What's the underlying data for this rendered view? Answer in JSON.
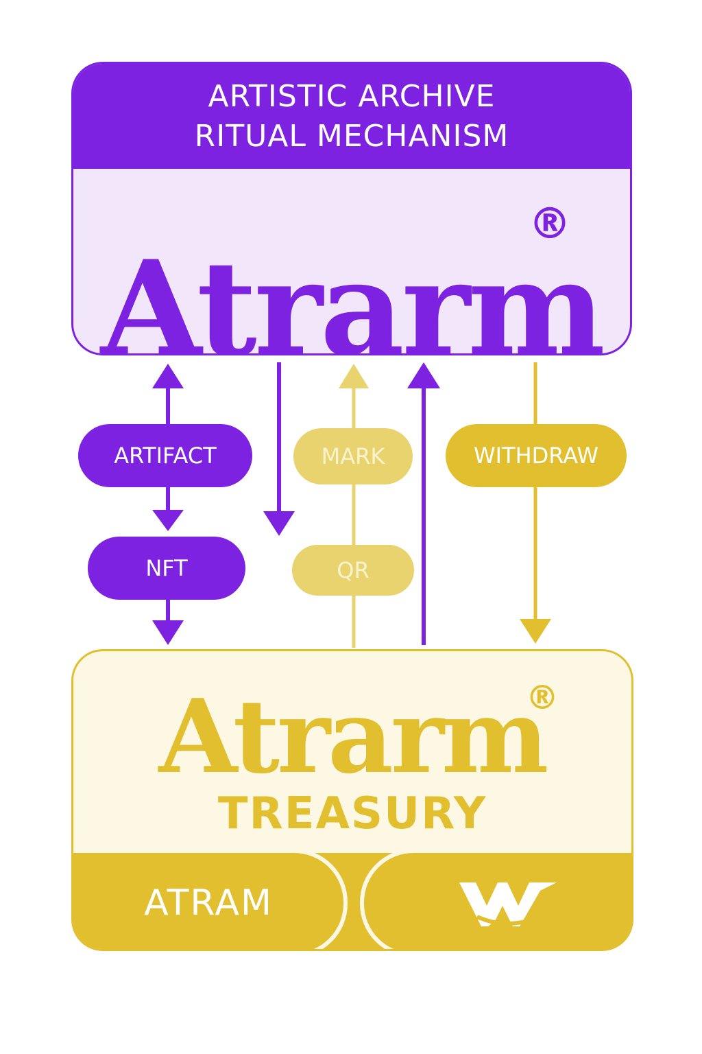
{
  "header": {
    "line1": "ARTISTIC ARCHIVE",
    "line2": "RITUAL MECHANISM"
  },
  "brand": {
    "name": "Atrarm",
    "registered": "®"
  },
  "nodes": {
    "artifact": "ARTIFACT",
    "mark": "MARK",
    "withdraw": "WITHDRAW",
    "nft": "NFT",
    "qr": "QR"
  },
  "treasury": {
    "brand": "Atrarm",
    "registered": "®",
    "label": "TREASURY",
    "token_left": "ATRAM",
    "token_right_icon": "wv-logo-icon"
  },
  "colors": {
    "purple": "#7c22e0",
    "gold": "#e2bf2f",
    "pale_gold": "#e8d36e",
    "lavender": "#f2e6fb",
    "cream": "#fdf8e3"
  }
}
